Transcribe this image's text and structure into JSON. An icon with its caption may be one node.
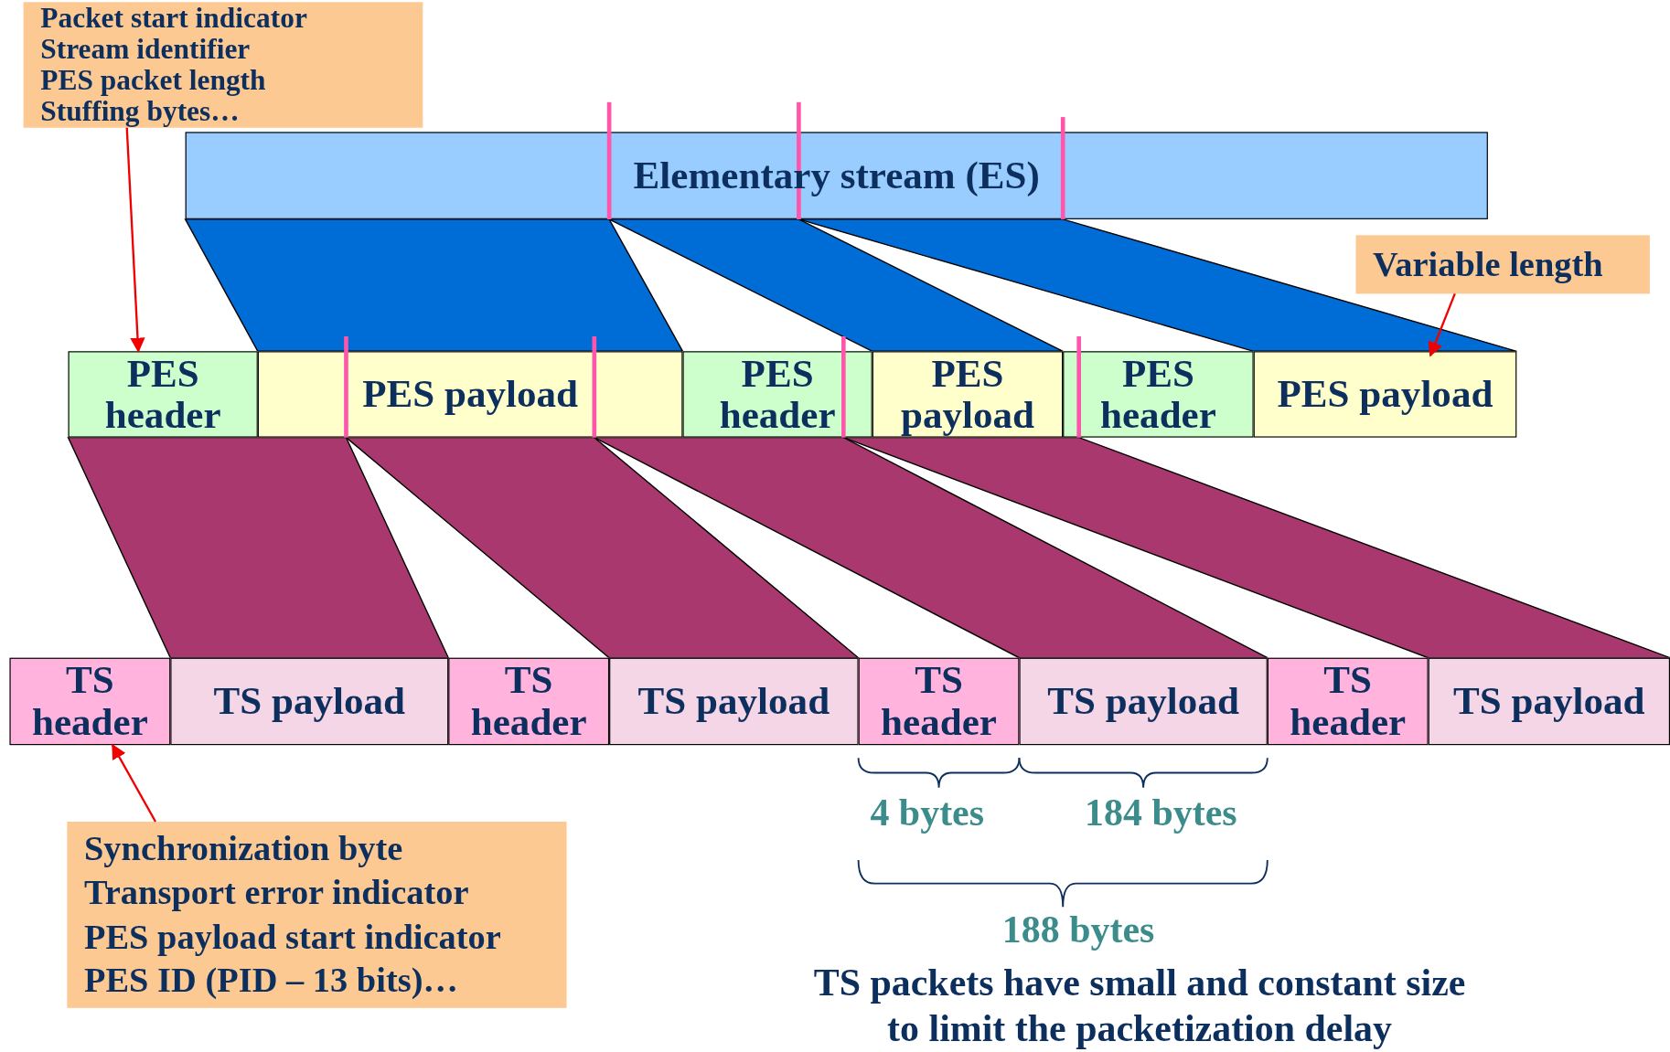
{
  "diagram": {
    "nodes": [
      {
        "text": [
          "Elementary stream (ES)"
        ]
      },
      {
        "text": [
          "PES header"
        ]
      },
      {
        "text": [
          "PES payload"
        ]
      },
      {
        "text": [
          "PES header"
        ]
      },
      {
        "text": [
          "PES payload"
        ]
      },
      {
        "text": [
          "PES header"
        ]
      },
      {
        "text": [
          "PES payload"
        ]
      },
      {
        "text": [
          "TS header"
        ]
      },
      {
        "text": [
          "TS payload"
        ]
      },
      {
        "text": [
          "TS header"
        ]
      },
      {
        "text": [
          "TS payload"
        ]
      },
      {
        "text": [
          "TS header"
        ]
      },
      {
        "text": [
          "TS payload"
        ]
      },
      {
        "text": [
          "TS header"
        ]
      },
      {
        "text": [
          "TS payload"
        ]
      },
      {
        "text": [
          "Packet start indicator",
          "Stream identifier",
          "PES packet length",
          "Stuffing bytes…"
        ]
      },
      {
        "text": [
          "Variable length"
        ]
      },
      {
        "text": [
          "Synchronization byte",
          "Transport error indicator",
          "PES payload start indicator",
          "PES ID (PID – 13 bits)…"
        ]
      }
    ],
    "edges": [
      {
        "from": 15,
        "to": 1,
        "arrow": "to"
      },
      {
        "from": 16,
        "to": 6,
        "arrow": "to"
      },
      {
        "from": 17,
        "to": 7,
        "arrow": "to"
      }
    ],
    "labels": [
      "4 bytes",
      "184 bytes",
      "188 bytes",
      "TS packets have small and constant size to limit the packetization delay"
    ]
  }
}
